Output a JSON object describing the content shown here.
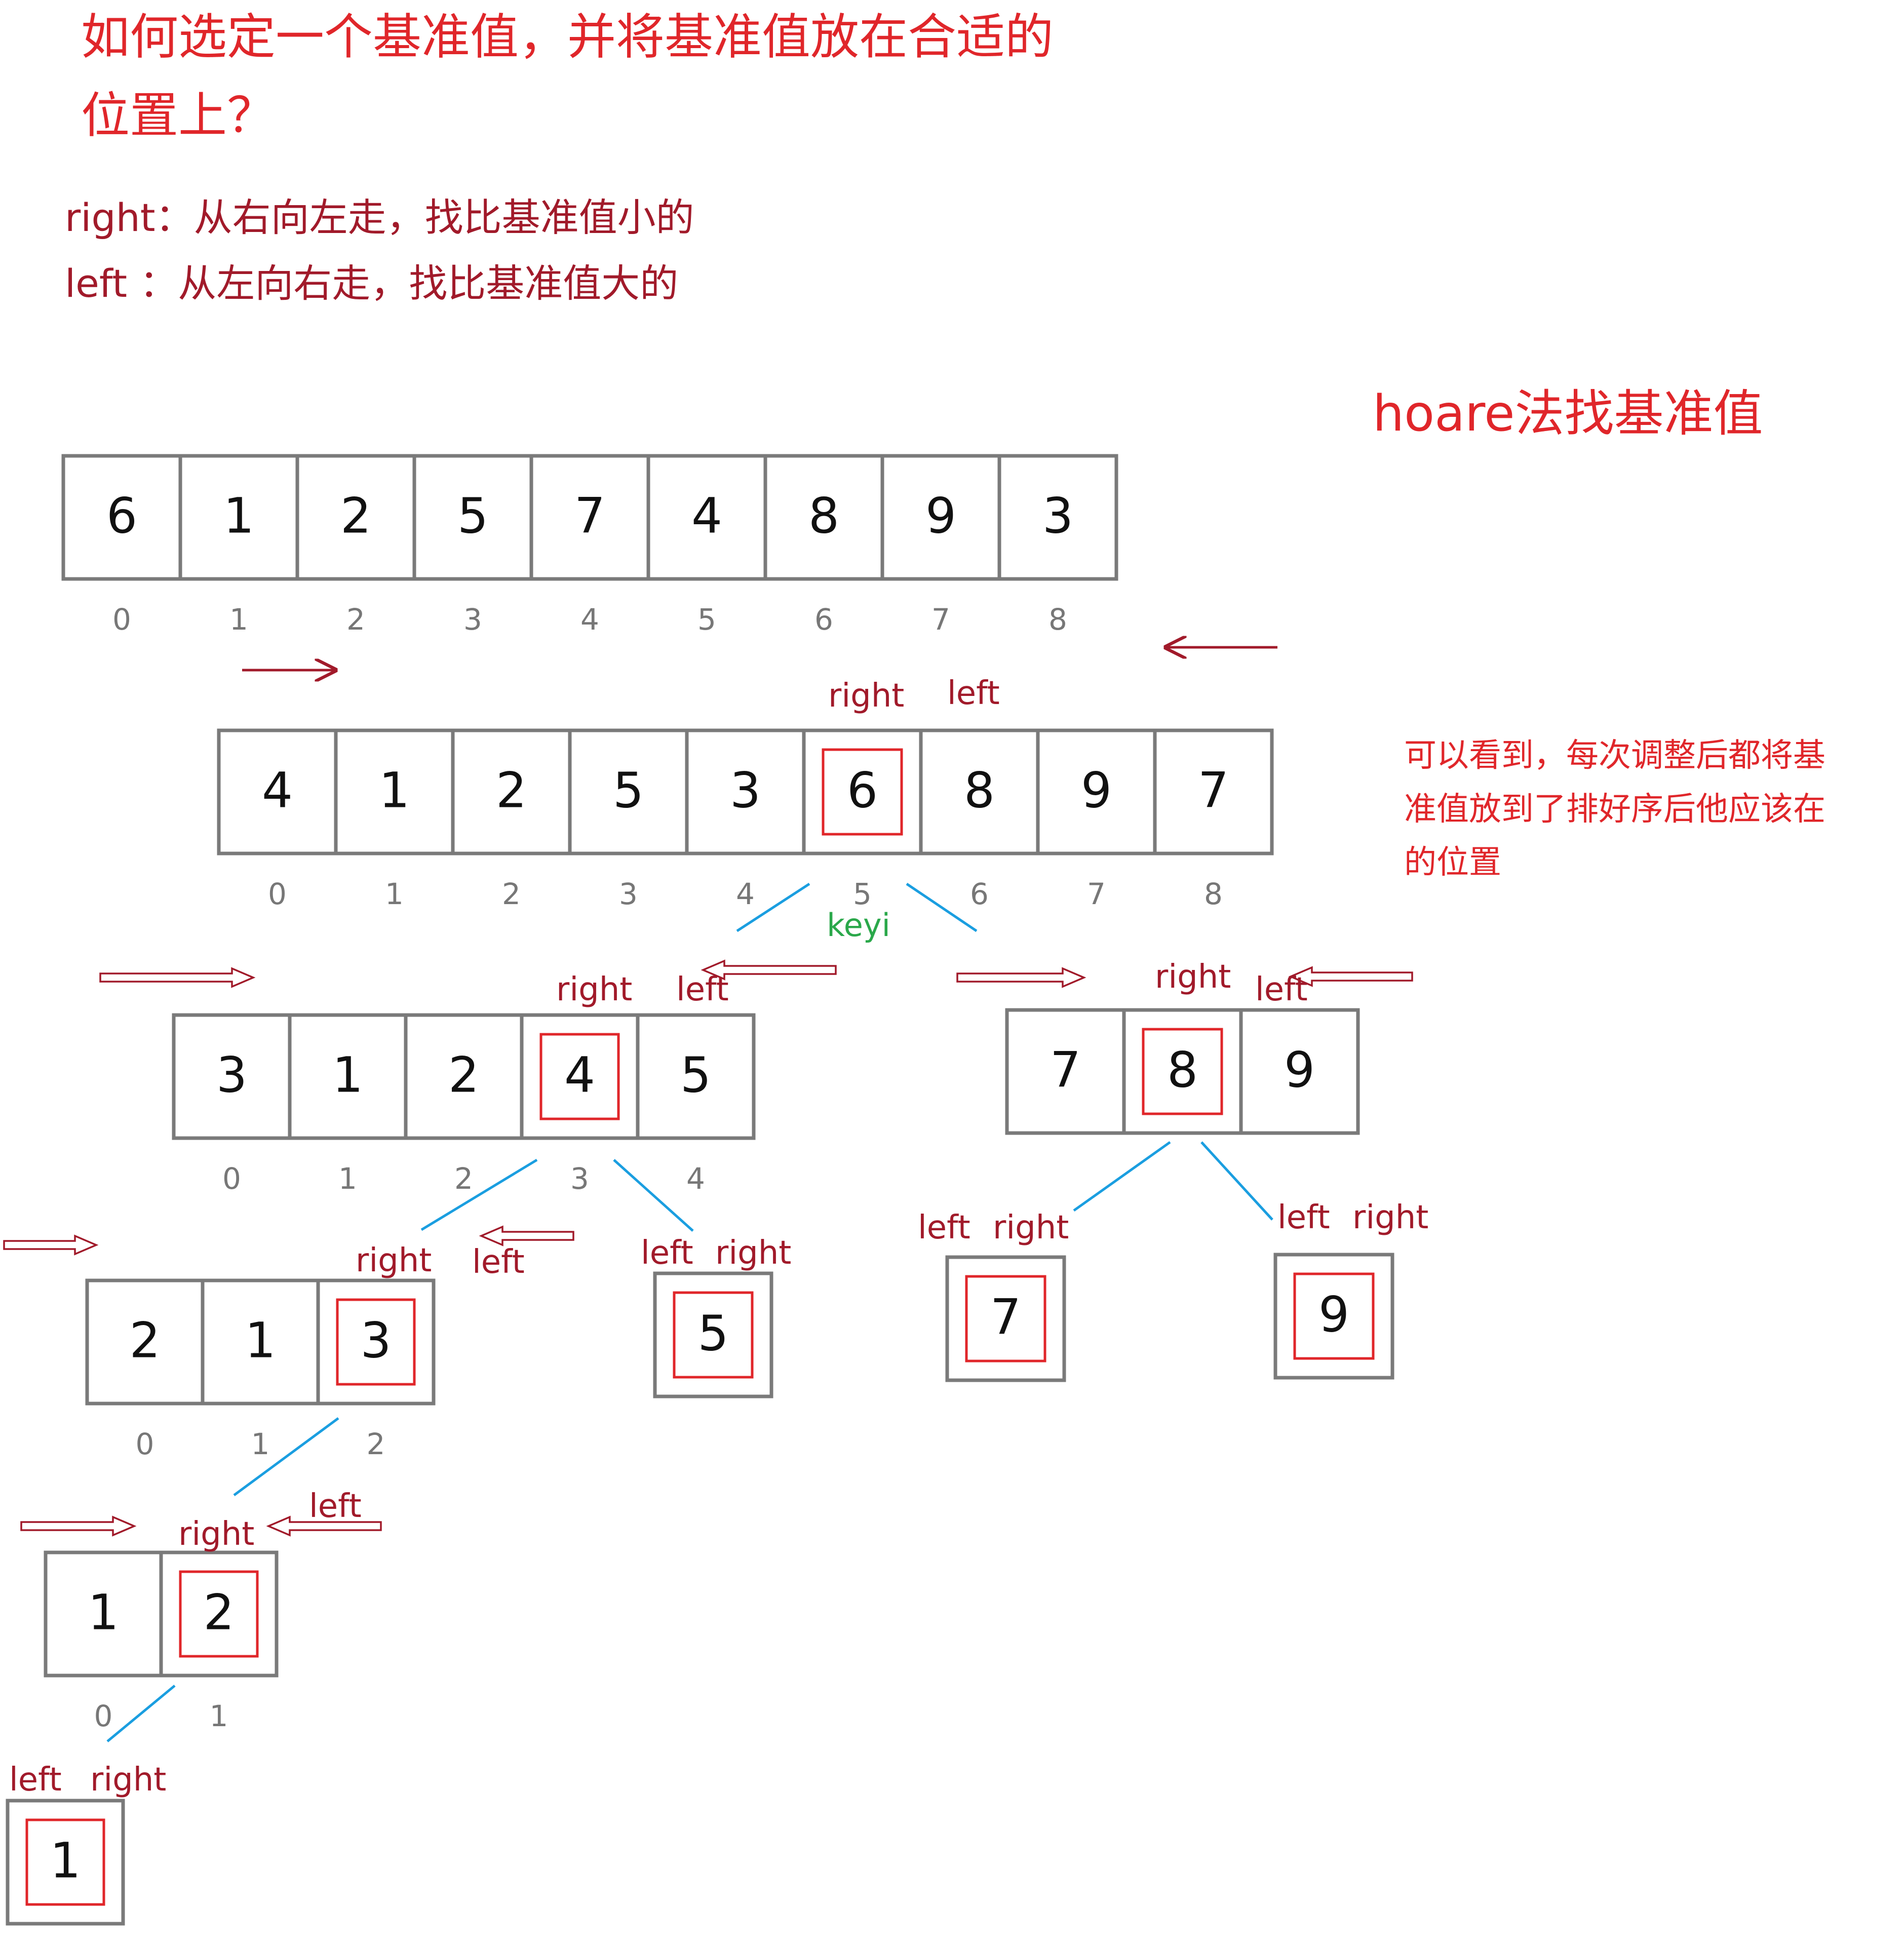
{
  "texts": {
    "title_line1": "如何选定一个基准值，并将基准值放在合适的",
    "title_line2": "位置上？",
    "rule_right": "right：从右向左走，找比基准值小的",
    "rule_left": "left  ：从左向右走，找比基准值大的",
    "method_title": "hoare法找基准值",
    "observation": [
      "可以看到，每次调整后都将基",
      "准值放到了排好序后他应该在",
      "的位置"
    ],
    "keyi": "keyi"
  },
  "colors": {
    "title_red": "#e0262a",
    "pointer_dark_red": "#a11a2a",
    "box_border": "#7a7a7a",
    "pivot_red": "#e0262a",
    "branch_blue": "#1a9ee0",
    "keyi_green": "#2aa84a",
    "index_gray": "#777777"
  },
  "arrays": [
    {
      "id": "initial",
      "values": [
        "6",
        "1",
        "2",
        "5",
        "7",
        "4",
        "8",
        "9",
        "3"
      ],
      "indices": [
        "0",
        "1",
        "2",
        "3",
        "4",
        "5",
        "6",
        "7",
        "8"
      ],
      "pivot": null
    },
    {
      "id": "after-first-partition",
      "values": [
        "4",
        "1",
        "2",
        "5",
        "3",
        "6",
        "8",
        "9",
        "7"
      ],
      "indices": [
        "0",
        "1",
        "2",
        "3",
        "4",
        "5",
        "6",
        "7",
        "8"
      ],
      "pivot": 5
    },
    {
      "id": "left-sub",
      "values": [
        "3",
        "1",
        "2",
        "4",
        "5"
      ],
      "indices": [
        "0",
        "1",
        "2",
        "3",
        "4"
      ],
      "pivot": 3
    },
    {
      "id": "right-sub",
      "values": [
        "7",
        "8",
        "9"
      ],
      "indices": [],
      "pivot": 1
    },
    {
      "id": "left-left-sub",
      "values": [
        "2",
        "1",
        "3"
      ],
      "indices": [
        "0",
        "1",
        "2"
      ],
      "pivot": 2
    },
    {
      "id": "single-5",
      "values": [
        "5"
      ],
      "indices": [],
      "pivot": 0
    },
    {
      "id": "single-7",
      "values": [
        "7"
      ],
      "indices": [],
      "pivot": 0
    },
    {
      "id": "single-9",
      "values": [
        "9"
      ],
      "indices": [],
      "pivot": 0
    },
    {
      "id": "two-sub",
      "values": [
        "1",
        "2"
      ],
      "indices": [
        "0",
        "1"
      ],
      "pivot": 1
    },
    {
      "id": "single-1",
      "values": [
        "1"
      ],
      "indices": [],
      "pivot": 0
    }
  ],
  "pointer_labels": [
    {
      "id": "lvl1-right",
      "text": "right"
    },
    {
      "id": "lvl1-left",
      "text": "left"
    },
    {
      "id": "lvl2a-right",
      "text": "right"
    },
    {
      "id": "lvl2a-left",
      "text": "left"
    },
    {
      "id": "lvl2b-right",
      "text": "right"
    },
    {
      "id": "lvl2b-left",
      "text": "left"
    },
    {
      "id": "lvl3a-right",
      "text": "right"
    },
    {
      "id": "lvl3a-left",
      "text": "left"
    },
    {
      "id": "lvl3b-left",
      "text": "left"
    },
    {
      "id": "lvl3b-right",
      "text": "right"
    },
    {
      "id": "lvl3c-left",
      "text": "left"
    },
    {
      "id": "lvl3c-right",
      "text": "right"
    },
    {
      "id": "lvl3d-left",
      "text": "left"
    },
    {
      "id": "lvl3d-right",
      "text": "right"
    },
    {
      "id": "lvl4-left",
      "text": "left"
    },
    {
      "id": "lvl4-right",
      "text": "right"
    },
    {
      "id": "lvl5-left",
      "text": "left"
    },
    {
      "id": "lvl5-right",
      "text": "right"
    }
  ]
}
